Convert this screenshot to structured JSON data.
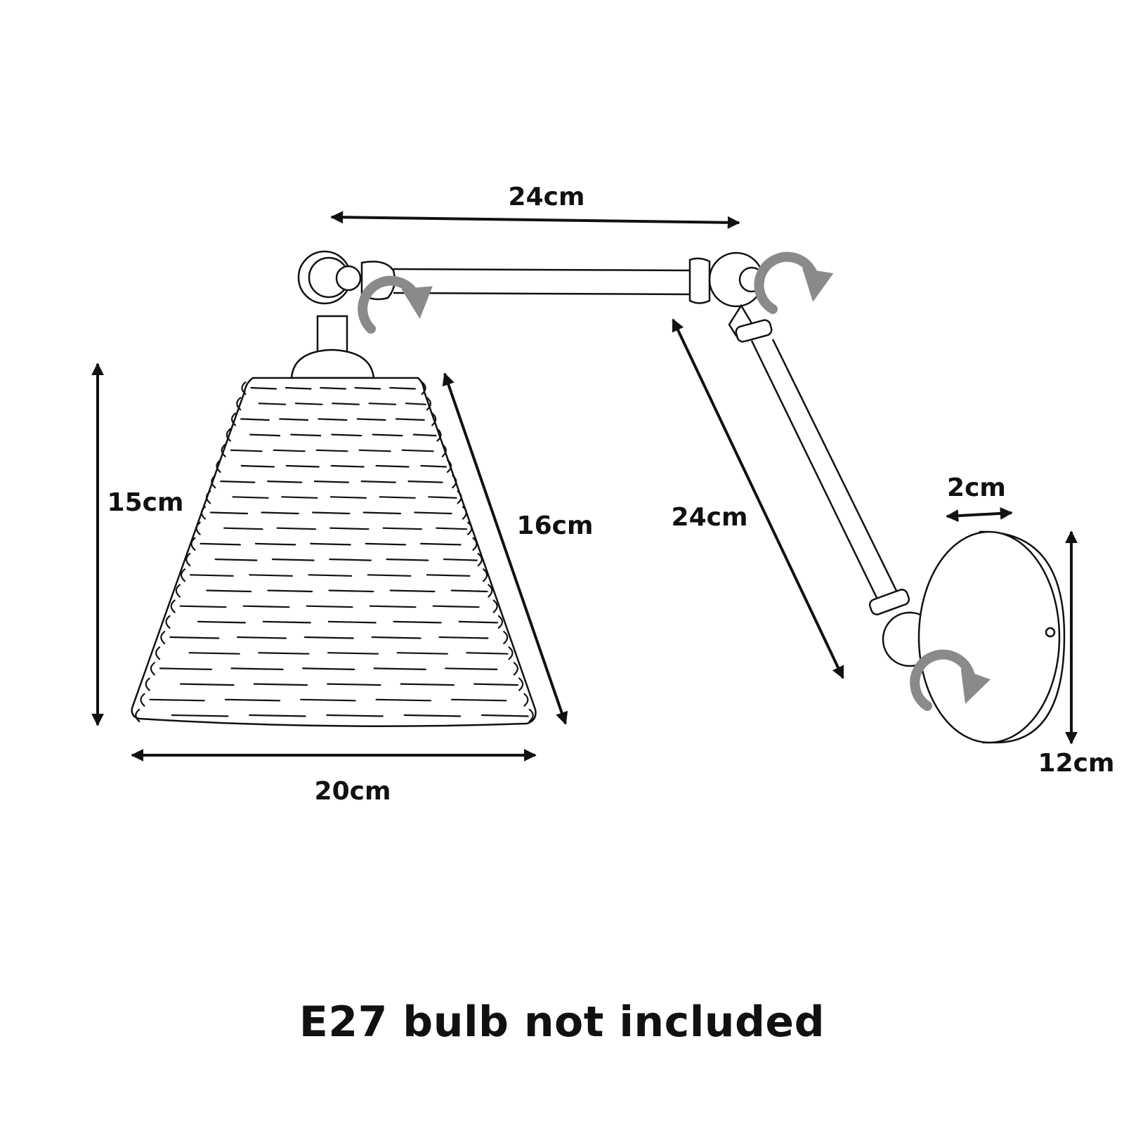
{
  "dimensions": {
    "upper_arm_length": "24cm",
    "lower_arm_length": "24cm",
    "shade_height": "15cm",
    "shade_slant_height": "16cm",
    "shade_base_width": "20cm",
    "backplate_depth": "2cm",
    "backplate_diameter": "12cm"
  },
  "note": "E27 bulb not included",
  "colors": {
    "line": "#111111",
    "rotation_arrow": "#8a8a8a",
    "background": "#ffffff"
  }
}
